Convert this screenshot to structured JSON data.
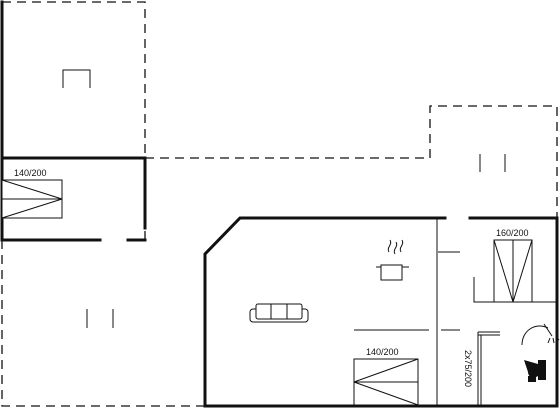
{
  "plan": {
    "bed_upper_left": "140/200",
    "bed_right_room": "160/200",
    "bed_living_room": "140/200",
    "bunk_bed": "2x75/200"
  },
  "icons": [
    "sofa-icon",
    "cooking-pot-icon",
    "shower-icon",
    "toilet-icon",
    "bed-icon",
    "bunk-bed-icon",
    "stair-icon"
  ]
}
